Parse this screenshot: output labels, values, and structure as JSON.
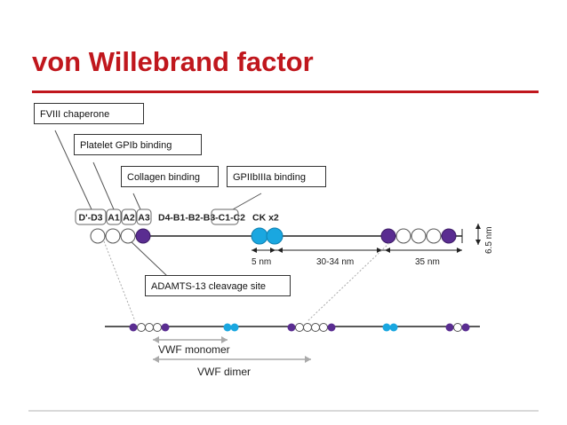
{
  "slide": {
    "title": "von Willebrand factor",
    "accent_color": "#c0171d"
  },
  "callouts": {
    "fviii": "FVIII chaperone",
    "platelet": "Platelet GPIb binding",
    "collagen": "Collagen binding",
    "gpiib": "GPIIbIIIa binding",
    "adamts": "ADAMTS-13 cleavage site"
  },
  "domains": {
    "d_d3": "D'-D3",
    "a1": "A1",
    "a2": "A2",
    "a3": "A3",
    "d4_c2": "D4-B1-B2-B3-C1-C2",
    "ck": "CK x2"
  },
  "dimensions": {
    "five_nm": "5 nm",
    "thirty_nm": "30-34 nm",
    "thirtyfive_nm": "35 nm",
    "thickness": "6.5 nm"
  },
  "scales": {
    "monomer": "VWF monomer",
    "dimer": "VWF dimer"
  },
  "colors": {
    "purple": "#5a2d91",
    "cyan": "#1aa7e0",
    "outline": "#555555"
  }
}
